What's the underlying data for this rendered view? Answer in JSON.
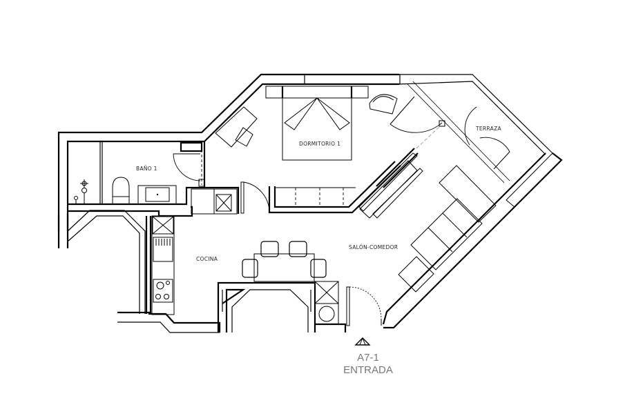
{
  "plan": {
    "unit_id": "A7-1",
    "entrance_label": "ENTRADA",
    "rooms": [
      {
        "id": "dormitorio",
        "label": "DORMITORIO 1"
      },
      {
        "id": "bano",
        "label": "BAÑO 1"
      },
      {
        "id": "cocina",
        "label": "COCINA"
      },
      {
        "id": "salon",
        "label": "SALÓN-COMEDOR"
      },
      {
        "id": "terraza",
        "label": "TERRAZA"
      }
    ],
    "colors": {
      "wall": "#000000",
      "background": "#ffffff",
      "entry_text": "#777777",
      "room_text": "#222222"
    }
  }
}
